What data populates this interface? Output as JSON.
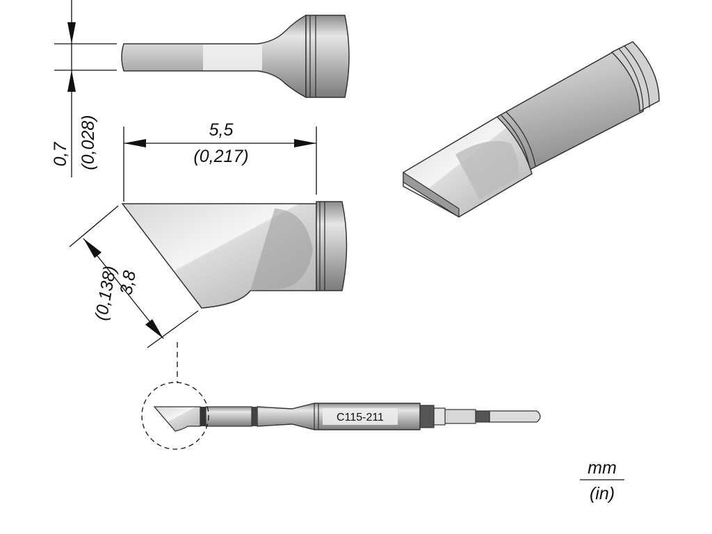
{
  "dimensions": {
    "thickness": {
      "mm": "0,7",
      "in": "(0,028)"
    },
    "length": {
      "mm": "5,5",
      "in": "(0,217)"
    },
    "width": {
      "mm": "3,8",
      "in": "(0,138)"
    }
  },
  "part_number": "C115-211",
  "units": {
    "primary": "mm",
    "secondary": "(in)"
  },
  "colors": {
    "metal": "#c8c8c8",
    "metal_dark": "#8a8a8a",
    "outline": "#333333",
    "band": "#555555"
  }
}
